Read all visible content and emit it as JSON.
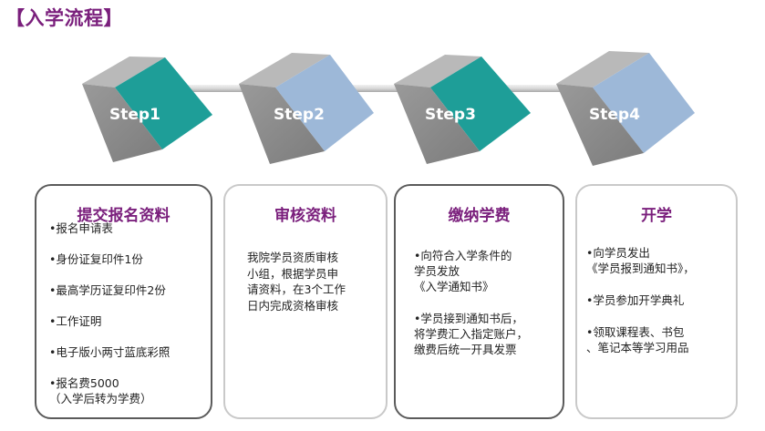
{
  "page": {
    "title": "【入学流程】",
    "steps": [
      {
        "label": "Step1",
        "card_title": "提交报名资料",
        "items": [
          "•报名申请表",
          "•身份证复印件1份",
          "•最高学历证复印件2份",
          "•工作证明",
          "•电子版小两寸蓝底彩照",
          "•报名费5000\n（入学后转为学费）"
        ]
      },
      {
        "label": "Step2",
        "card_title": "审核资料",
        "items": [
          "我院学员资质审核\n小组，根据学员申\n请资料，在3个工作\n日内完成资格审核"
        ]
      },
      {
        "label": "Step3",
        "card_title": "缴纳学费",
        "items": [
          "•向符合入学条件的\n学员发放\n《入学通知书》",
          "•学员接到通知书后，\n将学费汇入指定账户，\n缴费后统一开具发票"
        ]
      },
      {
        "label": "Step4",
        "card_title": "开学",
        "items": [
          "•向学员发出\n《学员报到通知书》，",
          "•学员参加开学典礼",
          "•领取课程表、书包\n、笔记本等学习用品"
        ]
      }
    ]
  },
  "colors": {
    "title": "#7a1f7c",
    "cube_front": "#8c8c8c",
    "cube_top": "#b0b0b0",
    "cube_side_teal": "#1e9e98",
    "cube_side_blue": "#9db8d8",
    "connector": "#c8c8c8"
  }
}
